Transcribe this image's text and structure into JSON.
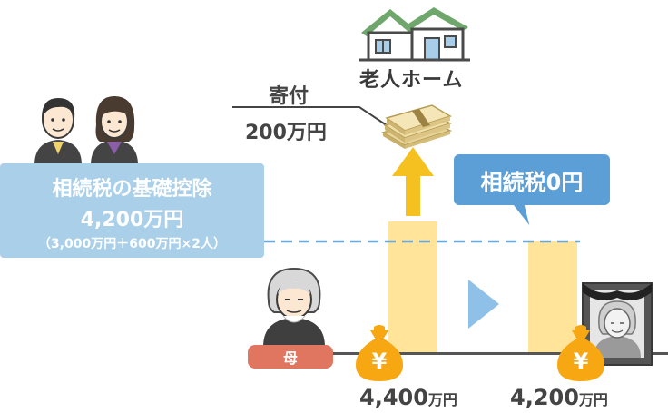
{
  "title": "",
  "recipient": {
    "label": "老人ホーム"
  },
  "donation": {
    "label": "寄付",
    "amount": "200万円"
  },
  "basic_deduction": {
    "title": "相続税の基礎控除",
    "amount": "4,200万円",
    "formula": "（3,000万円＋600万円×2人）"
  },
  "tax_result": {
    "label": "相続税0円"
  },
  "mother": {
    "badge": "母"
  },
  "estate": {
    "before": {
      "number": "4,400",
      "unit": "万円"
    },
    "after": {
      "number": "4,200",
      "unit": "万円"
    }
  },
  "icons": {
    "house": "house-icon",
    "money_bundle": "money-bundle-icon",
    "heirs": "heirs-icon",
    "mother": "elderly-mother-icon",
    "portrait": "memorial-portrait-icon",
    "money_bag": "yen-money-bag-icon",
    "arrow_up": "arrow-up-icon",
    "arrow_right": "play-arrow-icon"
  },
  "yen_symbol": "¥",
  "colors": {
    "bar": "#ffe49a",
    "arrow_up": "#f5c120",
    "deduction_box": "#a9cfe9",
    "tax_box": "#5b9fd6",
    "badge": "#e07560",
    "money_bag": "#f7a712",
    "house_roof": "#6fa66b"
  }
}
